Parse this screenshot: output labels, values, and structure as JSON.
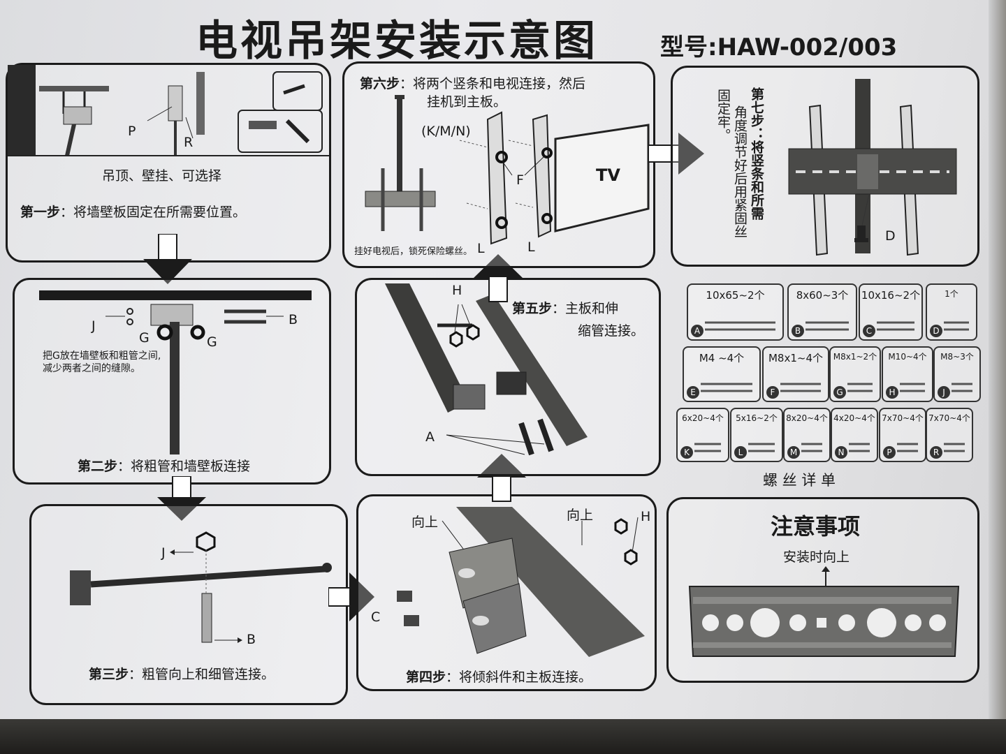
{
  "header": {
    "title": "电视吊架安装示意图",
    "model": "型号:HAW-002/003"
  },
  "step1": {
    "subtitle": "吊顶、壁挂、可选择",
    "label": "第一步",
    "text": "：将墙壁板固定在所需要位置。",
    "p": "P",
    "r": "R"
  },
  "step2": {
    "label": "第二步",
    "text": "：将粗管和墙壁板连接",
    "note": "把G放在墙壁板和粗管之间,减少两者之间的缝隙。",
    "j": "J",
    "g1": "G",
    "g2": "G",
    "b": "B"
  },
  "step3": {
    "label": "第三步",
    "text": "：粗管向上和细管连接。",
    "j": "J",
    "b": "B"
  },
  "step4": {
    "label": "第四步",
    "text": "：将倾斜件和主板连接。",
    "up1": "向上",
    "up2": "向上",
    "h": "H",
    "c": "C"
  },
  "step5": {
    "label": "第五步",
    "text1": "：主板和伸",
    "text2": "缩管连接。",
    "h": "H",
    "a": "A"
  },
  "step6": {
    "label": "第六步",
    "text1": "：将两个竖条和电视连接，然后",
    "text2": "挂机到主板。",
    "kmn": "(K/M/N)",
    "f": "F",
    "tv": "TV",
    "note": "挂好电视后，锁死保险螺丝。",
    "l1": "L",
    "l2": "L"
  },
  "step7": {
    "col1": "第七步：将竖条和所需",
    "col2": "角度调节好后用紧固丝",
    "col3": "固定牢。",
    "d": "D"
  },
  "screws": {
    "title": "螺 丝 详 单",
    "items": [
      {
        "label": "10x65~2个",
        "letter": "A"
      },
      {
        "label": "8x60~3个",
        "letter": "B"
      },
      {
        "label": "10x16~2个",
        "letter": "C"
      },
      {
        "label": "1个",
        "letter": "D"
      },
      {
        "label": "M4 ~4个",
        "letter": "E"
      },
      {
        "label": "M8x1~4个",
        "letter": "F"
      },
      {
        "label": "M8x1~2个",
        "letter": "G"
      },
      {
        "label": "M10~4个",
        "letter": "H"
      },
      {
        "label": "M8~3个",
        "letter": "J"
      },
      {
        "label": "6x20~4个",
        "letter": "K"
      },
      {
        "label": "5x16~2个",
        "letter": "L"
      },
      {
        "label": "8x20~4个",
        "letter": "M"
      },
      {
        "label": "4x20~4个",
        "letter": "N"
      },
      {
        "label": "7x70~4个",
        "letter": "P"
      },
      {
        "label": "7x70~4个",
        "letter": "R"
      }
    ]
  },
  "notes": {
    "title": "注意事项",
    "up": "安装时向上"
  }
}
